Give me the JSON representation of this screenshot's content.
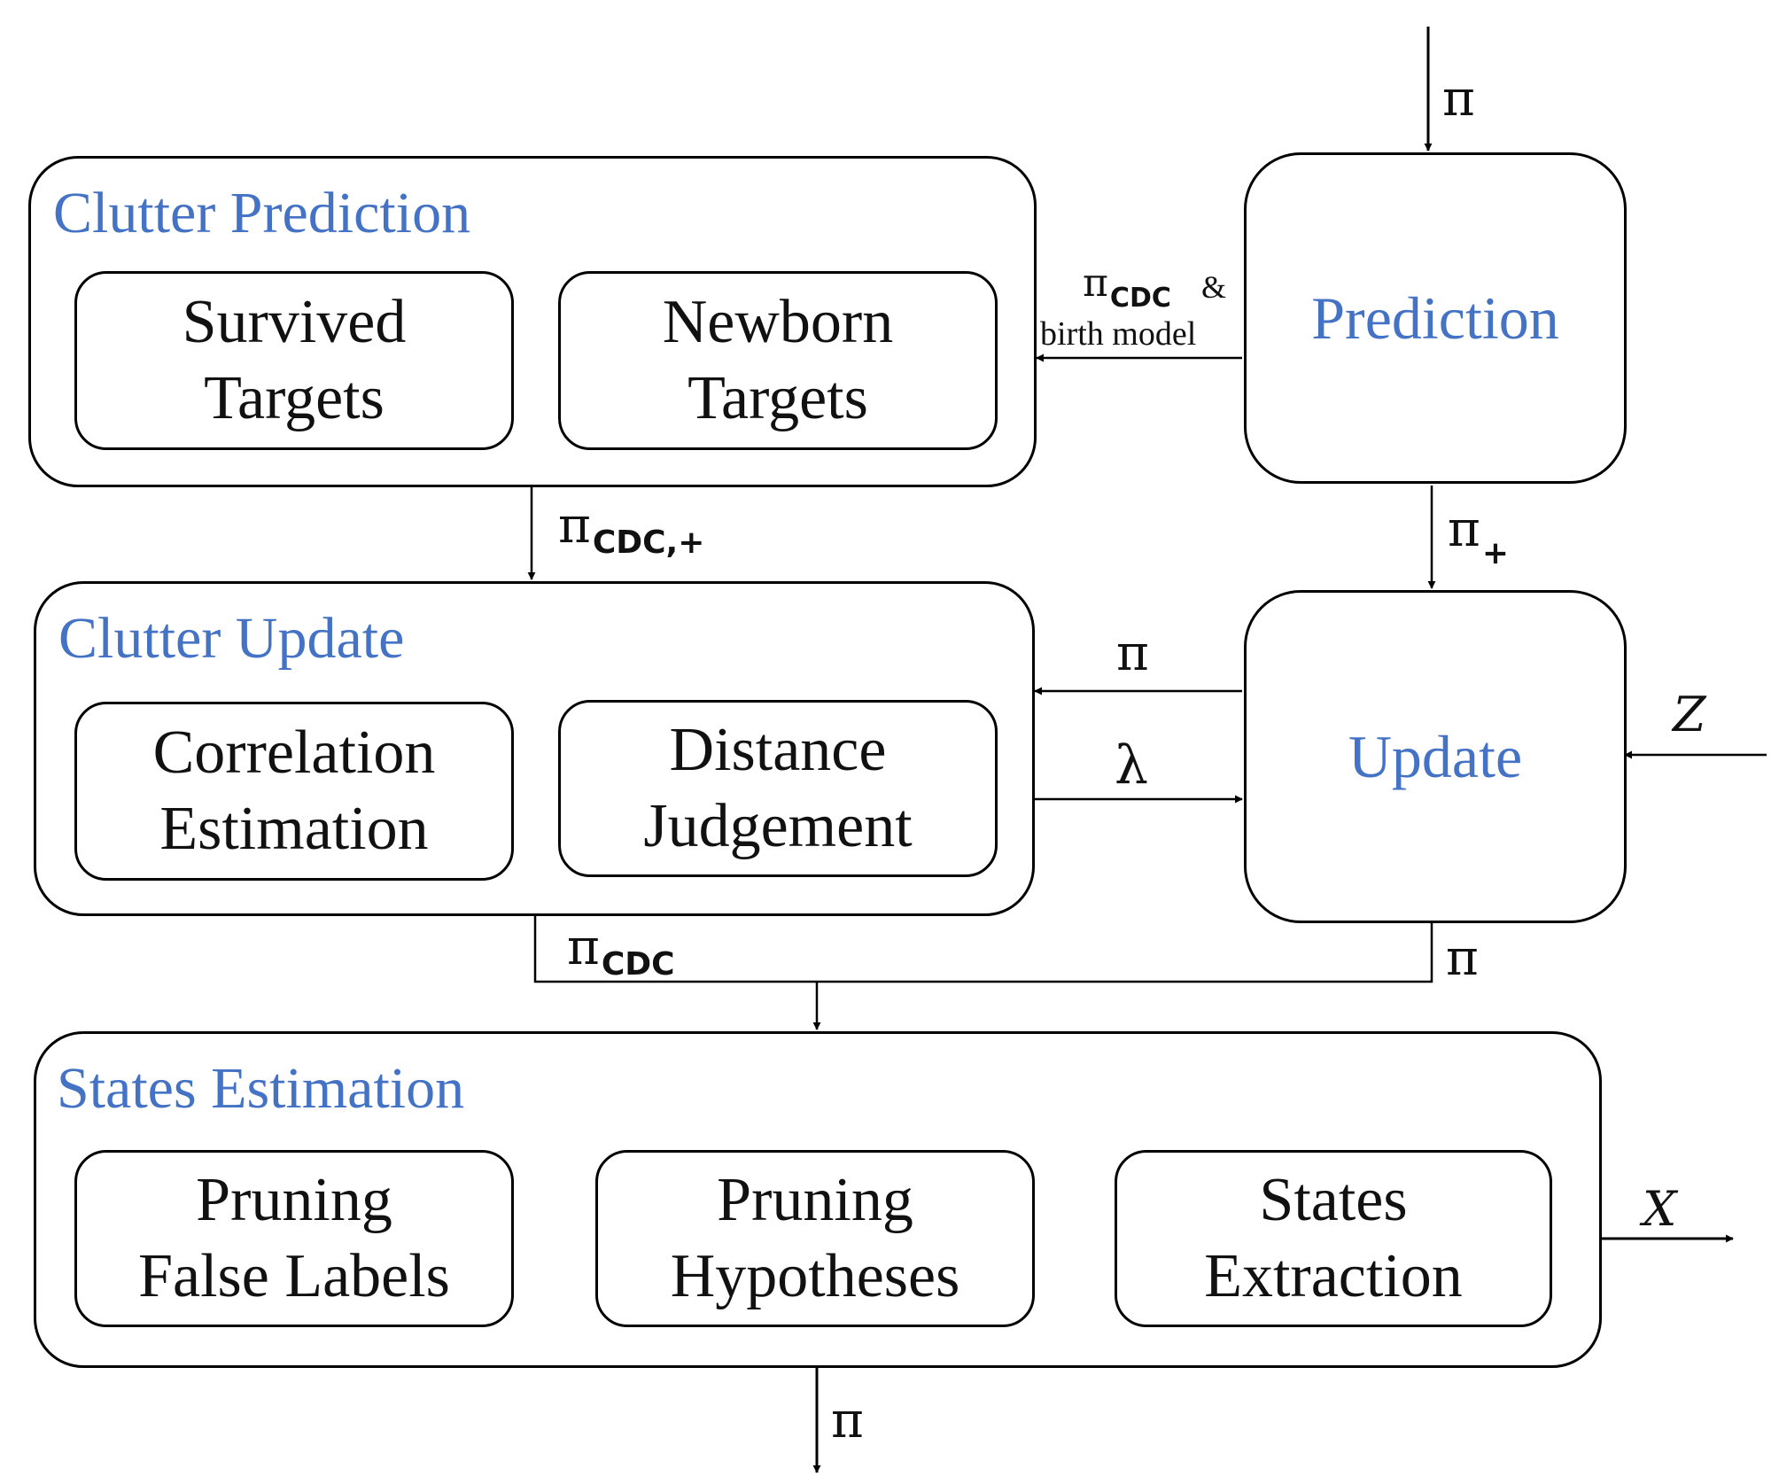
{
  "clutter_prediction": {
    "title": "Clutter Prediction",
    "survived": {
      "line1": "Survived",
      "line2": "Targets"
    },
    "newborn": {
      "line1": "Newborn",
      "line2": "Targets"
    }
  },
  "clutter_update": {
    "title": "Clutter Update",
    "correlation": {
      "line1": "Correlation",
      "line2": "Estimation"
    },
    "distance": {
      "line1": "Distance",
      "line2": "Judgement"
    }
  },
  "states_estimation": {
    "title": "States Estimation",
    "pruning_labels": {
      "line1": "Pruning",
      "line2": "False Labels"
    },
    "pruning_hypotheses": {
      "line1": "Pruning",
      "line2": "Hypotheses"
    },
    "states_extraction": {
      "line1": "States",
      "line2": "Extraction"
    }
  },
  "prediction": {
    "label": "Prediction"
  },
  "update": {
    "label": "Update"
  },
  "signals": {
    "pi": "π",
    "cdc": "CDC",
    "cdc_plus": "CDC,+",
    "plus": "+",
    "ampersand": "&",
    "birth_model": "birth model",
    "lambda": "λ",
    "z": "Z",
    "x": "X"
  }
}
